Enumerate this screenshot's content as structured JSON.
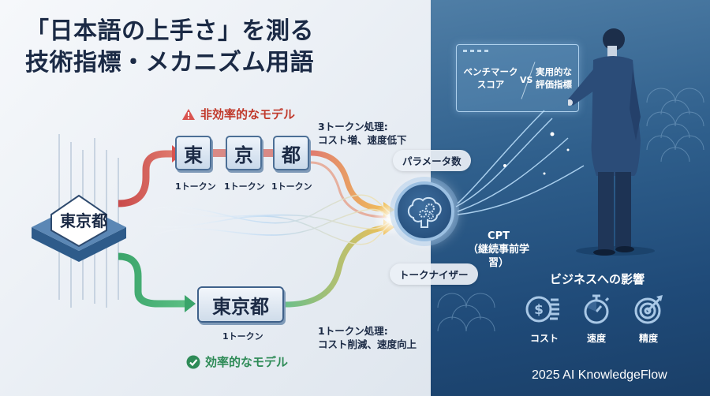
{
  "title": {
    "line1": "「日本語の上手さ」を測る",
    "line2": "技術指標・メカニズム用語"
  },
  "source_node": {
    "label": "東京都"
  },
  "inefficient": {
    "heading": "非効率的なモデル",
    "icon": "warning-triangle-icon",
    "tokens": [
      {
        "char": "東",
        "label": "1トークン"
      },
      {
        "char": "京",
        "label": "1トークン"
      },
      {
        "char": "都",
        "label": "1トークン"
      }
    ],
    "note_line1": "3トークン処理:",
    "note_line2": "コスト増、速度低下",
    "color": "#d9534f"
  },
  "efficient": {
    "heading": "効率的なモデル",
    "icon": "check-circle-icon",
    "token": {
      "char": "東京都",
      "label": "1トークン"
    },
    "note_line1": "1トークン処理:",
    "note_line2": "コスト削減、速度向上",
    "color": "#3aa46a"
  },
  "model_node": {
    "icon": "brain-gears-icon",
    "param_label": "パラメータ数",
    "tokenizer_label": "トークナイザー",
    "cpt_line1": "CPT",
    "cpt_line2": "（継続事前学習）"
  },
  "panel": {
    "left_line1": "ベンチマーク",
    "left_line2": "スコア",
    "vs": "VS",
    "right_line1": "実用的な",
    "right_line2": "評価指標"
  },
  "impact": {
    "heading": "ビジネスへの影響",
    "items": [
      {
        "icon": "coins-dollar-icon",
        "label": "コスト"
      },
      {
        "icon": "stopwatch-icon",
        "label": "速度"
      },
      {
        "icon": "target-arrow-icon",
        "label": "精度"
      }
    ]
  },
  "footer": "2025 AI KnowledgeFlow",
  "colors": {
    "title": "#1b2a45",
    "dark_panel": "#2f5f8c",
    "red_path": "#d9534f",
    "green_path": "#3aa46a",
    "gold_flow": "#f0c05a"
  }
}
